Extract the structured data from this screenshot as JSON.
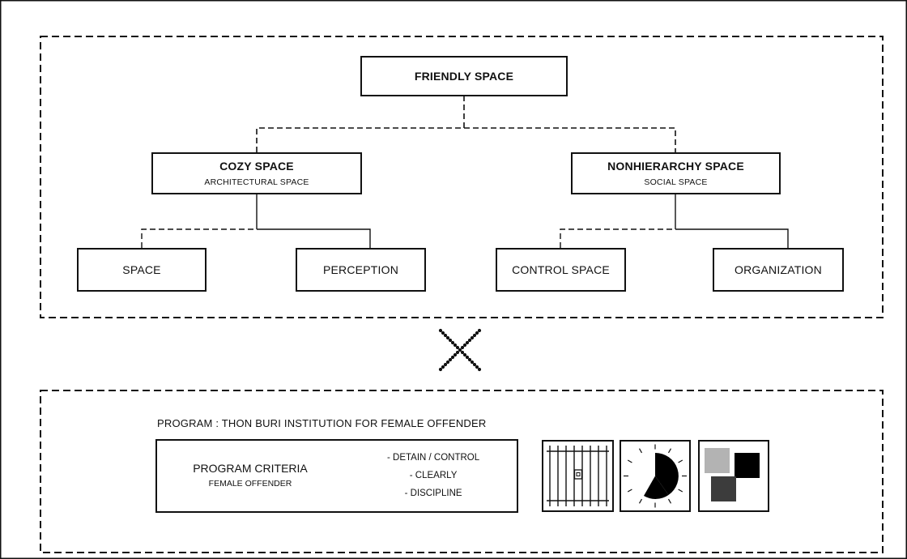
{
  "diagram": {
    "root": {
      "title": "FRIENDLY SPACE"
    },
    "branches": [
      {
        "title": "COZY SPACE",
        "subtitle": "ARCHITECTURAL SPACE",
        "children": [
          "SPACE",
          "PERCEPTION"
        ]
      },
      {
        "title": "NONHIERARCHY SPACE",
        "subtitle": "SOCIAL SPACE",
        "children": [
          "CONTROL SPACE",
          "ORGANIZATION"
        ]
      }
    ]
  },
  "program": {
    "label": "PROGRAM : THON BURI INSTITUTION FOR FEMALE OFFENDER",
    "criteria": {
      "title": "PROGRAM CRITERIA",
      "subtitle": "FEMALE OFFENDER",
      "items": [
        "- DETAIN / CONTROL",
        "- CLEARLY",
        "- DISCIPLINE"
      ]
    },
    "icons": [
      "prison-bars-icon",
      "clock-icon",
      "overlapping-squares-icon"
    ]
  },
  "colors": {
    "line": "#111111",
    "square_light": "#b3b3b3",
    "square_dark": "#000000",
    "square_mid": "#3c3c3c"
  }
}
